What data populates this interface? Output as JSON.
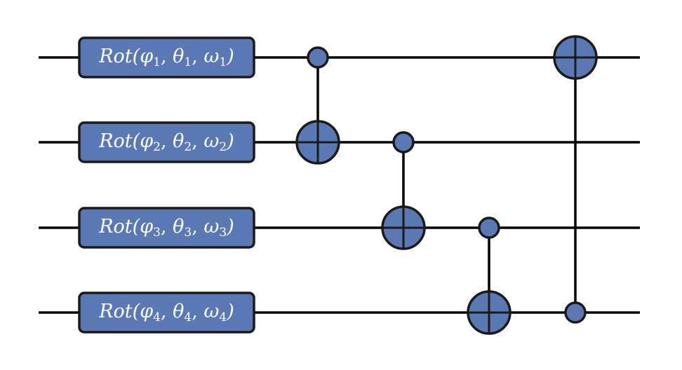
{
  "colors": {
    "gate_fill": "#5a78b3",
    "line": "#000000",
    "text": "#ffffff",
    "background": "#ffffff"
  },
  "wires": [
    1,
    2,
    3,
    4
  ],
  "gates": [
    {
      "label": {
        "name": "Rot",
        "params": [
          {
            "sym": "φ",
            "sub": "1"
          },
          {
            "sym": "θ",
            "sub": "1"
          },
          {
            "sym": "ω",
            "sub": "1"
          }
        ]
      }
    },
    {
      "label": {
        "name": "Rot",
        "params": [
          {
            "sym": "φ",
            "sub": "2"
          },
          {
            "sym": "θ",
            "sub": "2"
          },
          {
            "sym": "ω",
            "sub": "2"
          }
        ]
      }
    },
    {
      "label": {
        "name": "Rot",
        "params": [
          {
            "sym": "φ",
            "sub": "3"
          },
          {
            "sym": "θ",
            "sub": "3"
          },
          {
            "sym": "ω",
            "sub": "3"
          }
        ]
      }
    },
    {
      "label": {
        "name": "Rot",
        "params": [
          {
            "sym": "φ",
            "sub": "4"
          },
          {
            "sym": "θ",
            "sub": "4"
          },
          {
            "sym": "ω",
            "sub": "4"
          }
        ]
      }
    }
  ],
  "cnots": [
    {
      "control": 1,
      "target": 2
    },
    {
      "control": 2,
      "target": 3
    },
    {
      "control": 3,
      "target": 4
    },
    {
      "control": 4,
      "target": 1
    }
  ]
}
